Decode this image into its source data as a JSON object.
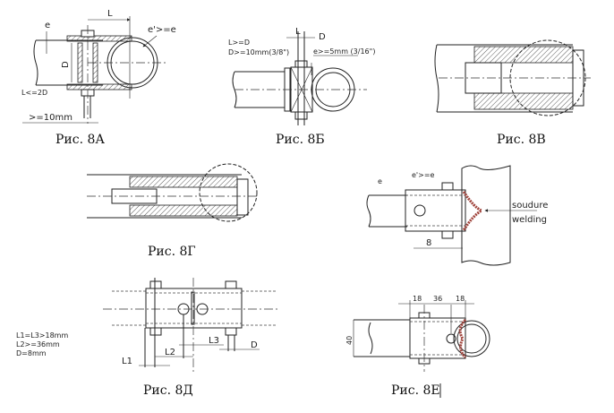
{
  "figures": {
    "a": {
      "caption": "Рис. 8А",
      "labels": {
        "e": "e",
        "L": "L",
        "e_prime": "e'>=e",
        "D": "D",
        "L_rule": "L<=2D",
        "min": ">=10mm"
      }
    },
    "b": {
      "caption": "Рис. 8Б",
      "labels": {
        "L_rule": "L>=D",
        "D_rule": "D>=10mm(3/8\")",
        "L": "L",
        "D": "D",
        "e_rule": "e>=5mm (3/16\")"
      }
    },
    "v": {
      "caption": "Рис. 8В"
    },
    "g": {
      "caption": "Рис. 8Г"
    },
    "e_top": {
      "labels": {
        "e": "e",
        "e_prime": "e'>=e",
        "soudure": "soudure",
        "welding": "welding",
        "dim8": "8"
      }
    },
    "d": {
      "caption": "Рис. 8Д",
      "labels": {
        "rule1": "L1=L3>18mm",
        "rule2": "L2>=36mm",
        "rule3": "D=8mm",
        "L1": "L1",
        "L2": "L2",
        "L3": "L3",
        "D": "D"
      }
    },
    "e": {
      "caption": "Рис. 8Е",
      "labels": {
        "d18a": "18",
        "d36": "36",
        "d18b": "18",
        "d40": "40"
      }
    }
  },
  "colors": {
    "weld": "#a0443c"
  }
}
